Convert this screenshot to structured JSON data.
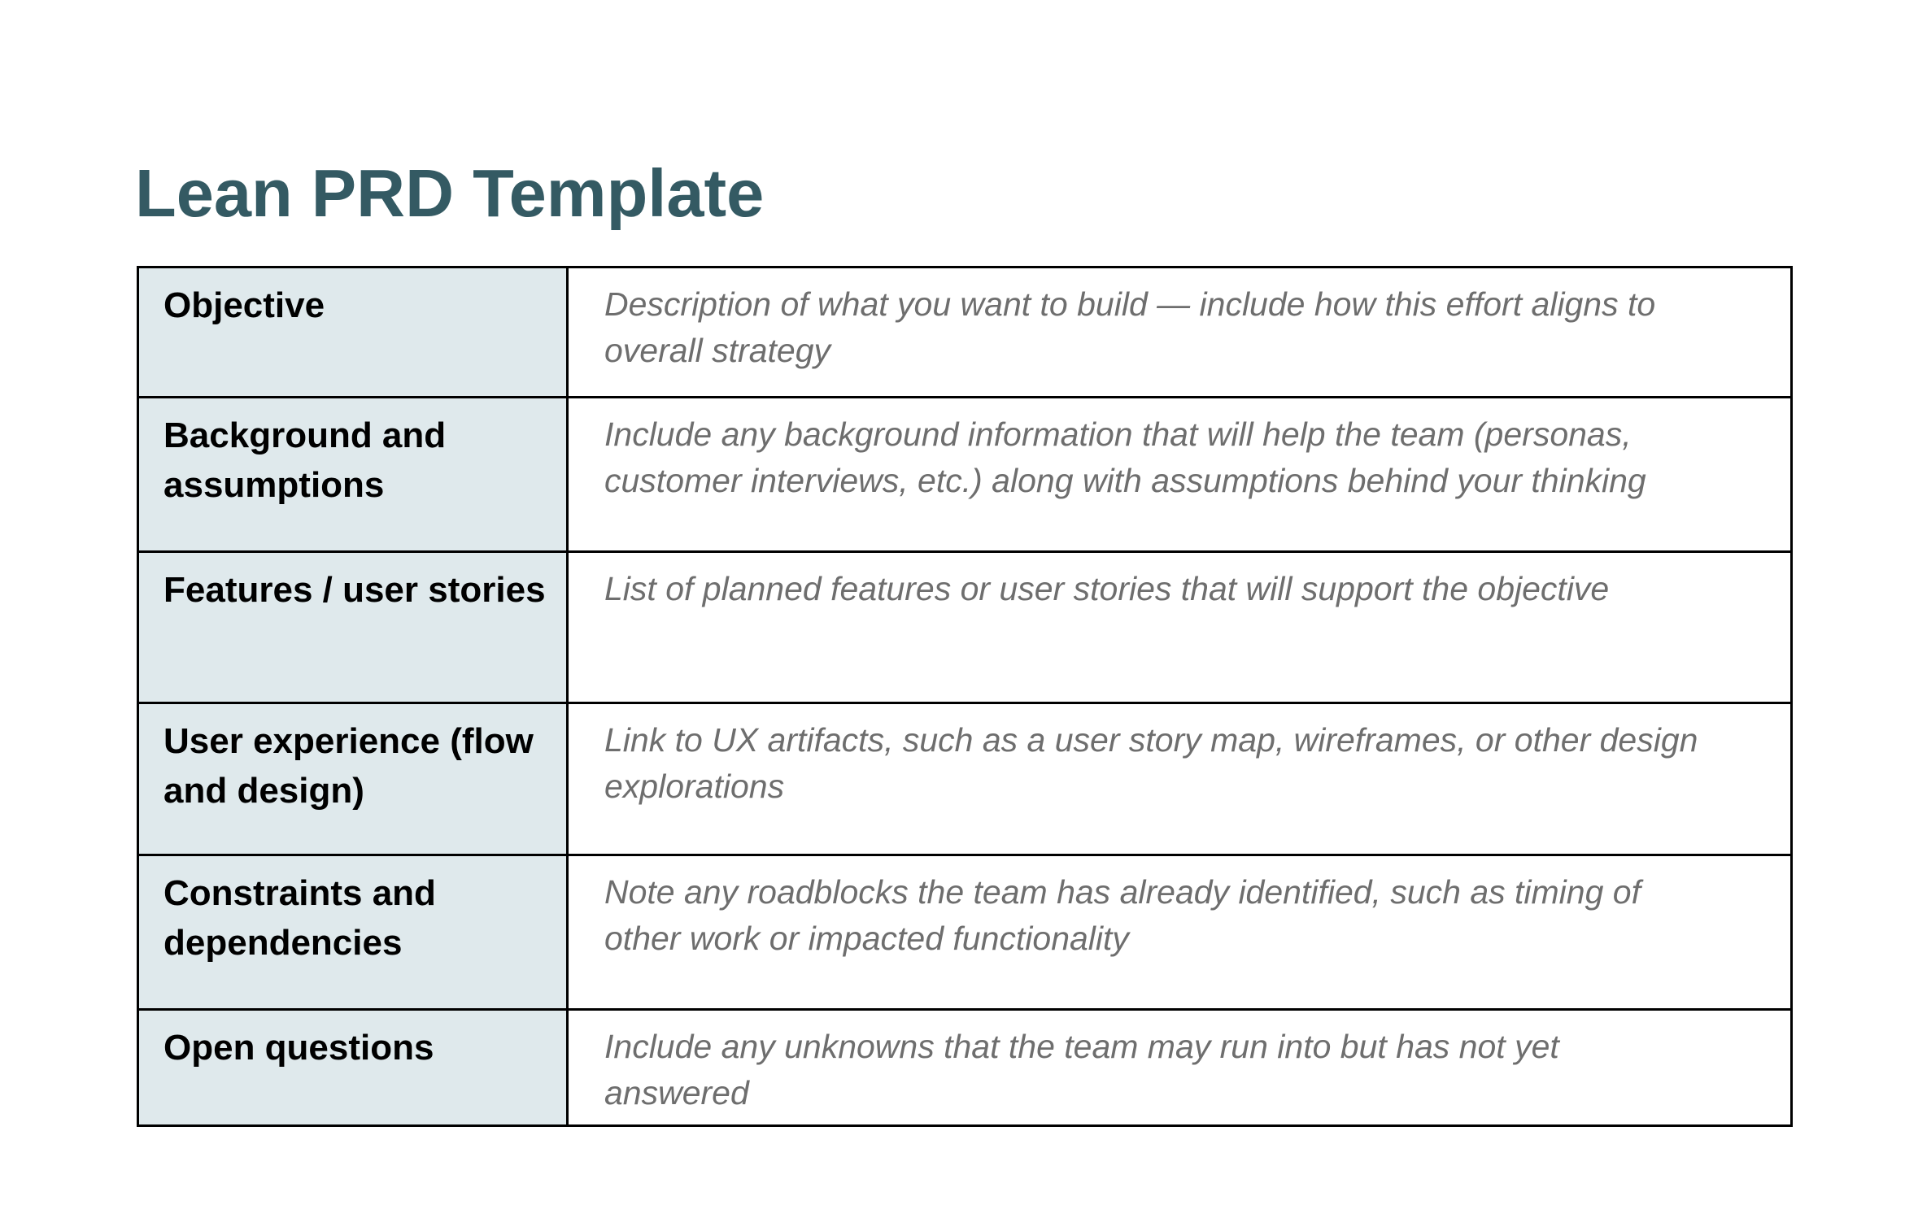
{
  "page": {
    "title": "Lean PRD Template"
  },
  "colors": {
    "title_text": "#345a63",
    "label_cell_background": "#dfe9ec",
    "table_border": "#000000",
    "label_text": "#000000",
    "description_text": "#6e6e6e",
    "page_background": "#ffffff"
  },
  "table": {
    "rows": [
      {
        "label": "Objective",
        "description": "Description of what you want to build — include how this effort aligns to overall strategy"
      },
      {
        "label": "Background and assumptions",
        "description": "Include any background information that will help the team (personas, customer interviews, etc.) along with assumptions behind your thinking"
      },
      {
        "label": "Features / user stories",
        "description": "List of planned features or user stories that will support the objective"
      },
      {
        "label": "User experience (flow and design)",
        "description": "Link to UX artifacts, such as a user story map, wireframes, or other design explorations"
      },
      {
        "label": "Constraints and dependencies",
        "description": "Note any roadblocks the team has already identified, such as timing of other work or impacted functionality"
      },
      {
        "label": "Open questions",
        "description": "Include any unknowns that the team may run into but has not yet answered"
      }
    ]
  }
}
